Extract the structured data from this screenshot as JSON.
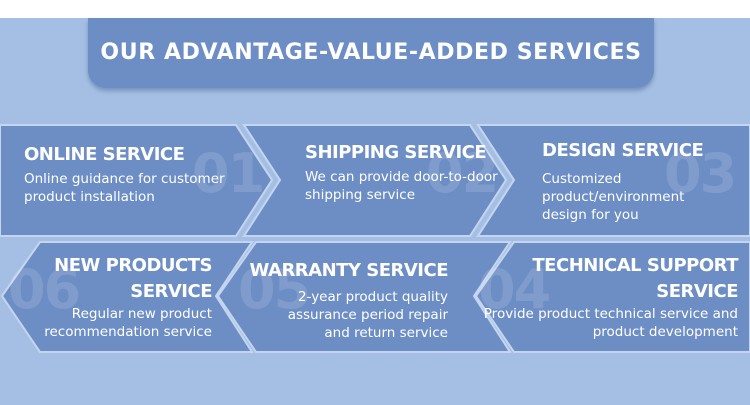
{
  "header": {
    "title": "OUR ADVANTAGE-VALUE-ADDED SERVICES"
  },
  "services": [
    {
      "number": "01",
      "title": "ONLINE SERVICE",
      "desc": [
        "Online guidance for customer",
        "product installation"
      ]
    },
    {
      "number": "02",
      "title": "SHIPPING SERVICE",
      "desc": [
        "We can provide door-to-door",
        "shipping service"
      ]
    },
    {
      "number": "03",
      "title": "DESIGN SERVICE",
      "desc": [
        "Customized",
        "product/environment",
        "design for you"
      ]
    },
    {
      "number": "04",
      "title": [
        "TECHNICAL SUPPORT",
        "SERVICE"
      ],
      "desc": [
        "Provide product technical service and",
        "product development"
      ]
    },
    {
      "number": "05",
      "title": "WARRANTY SERVICE",
      "desc": [
        "2-year product quality",
        "assurance period repair",
        "and return service"
      ]
    },
    {
      "number": "06",
      "title": [
        "NEW PRODUCTS",
        "SERVICE"
      ],
      "desc": [
        "Regular new product",
        "recommendation service"
      ]
    }
  ],
  "colors": {
    "background": "#a4bfe3",
    "panel": "#6d8ec5",
    "text": "#ffffff"
  }
}
